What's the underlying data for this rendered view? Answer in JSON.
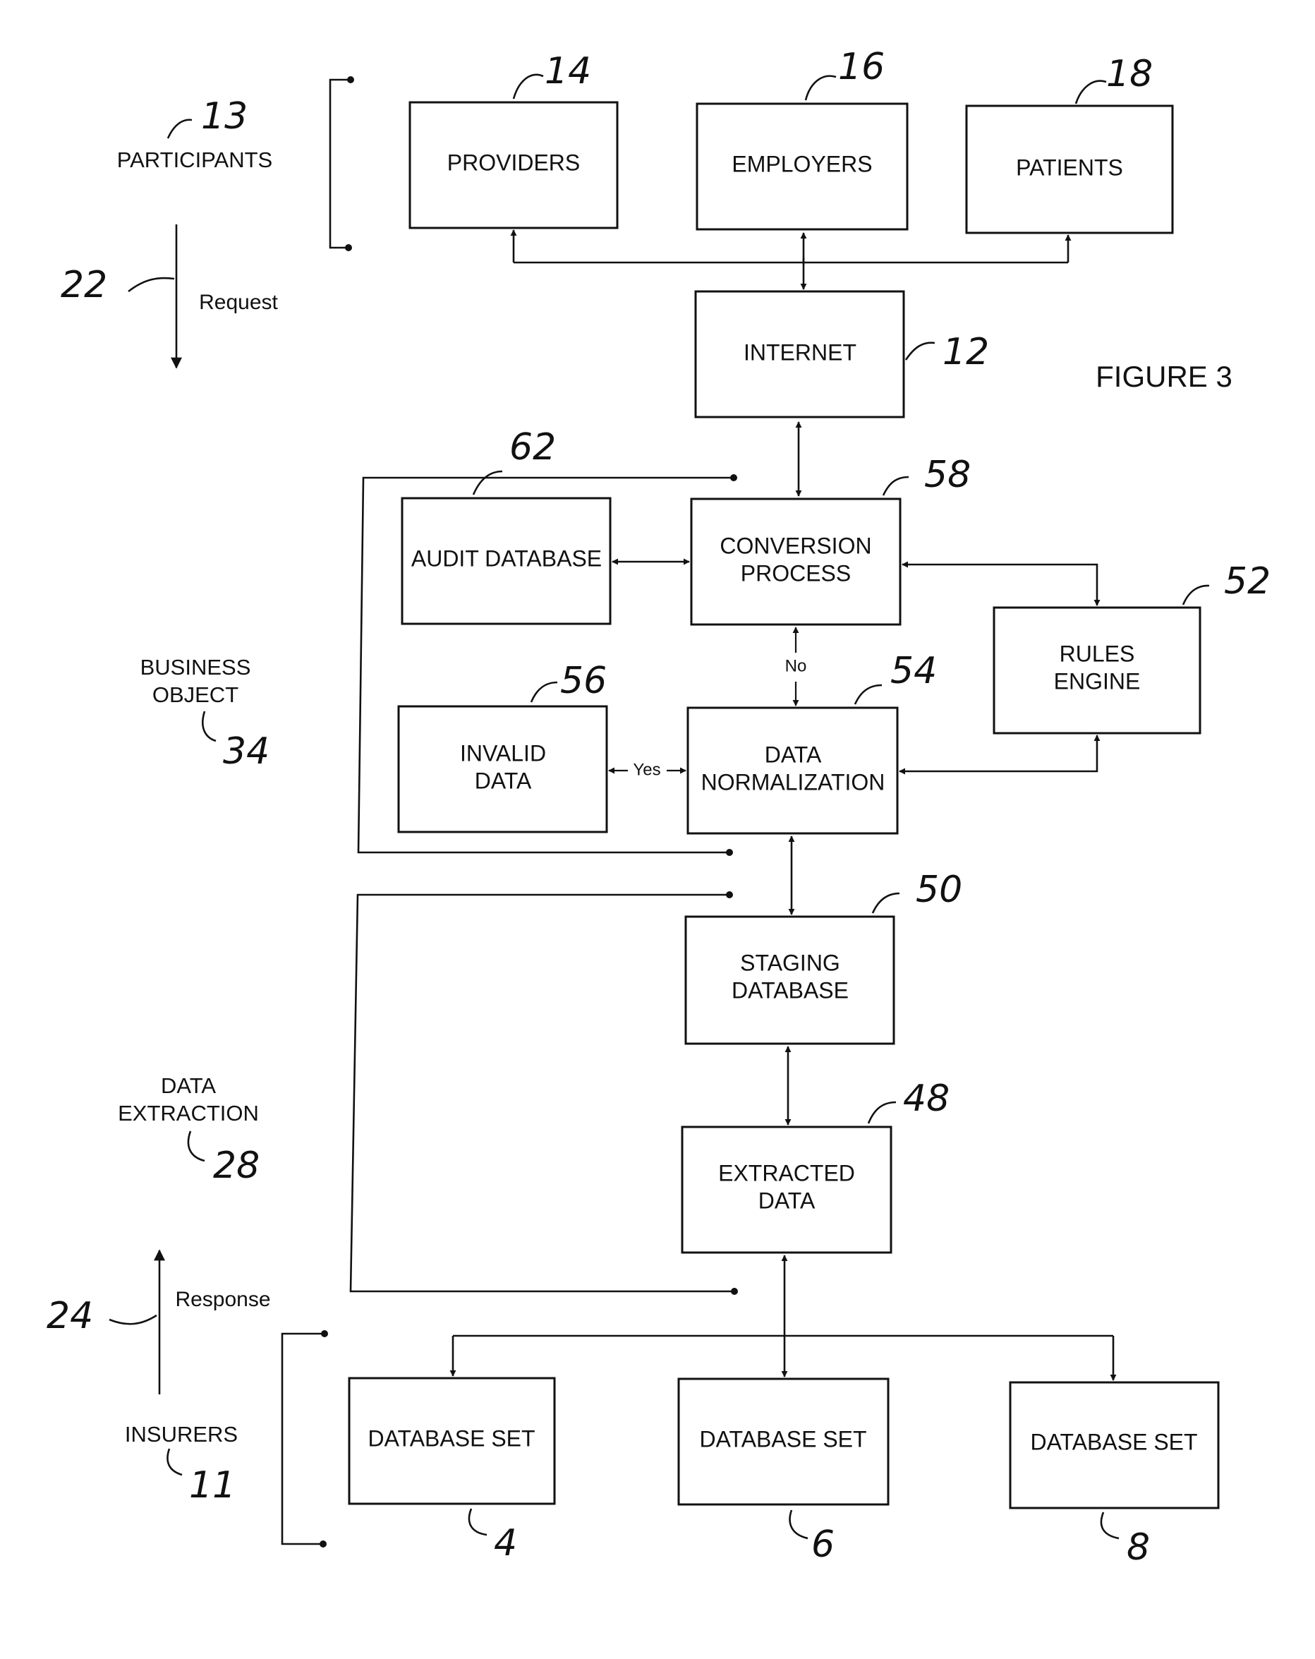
{
  "figure_title": "FIGURE 3",
  "boxes": {
    "providers": {
      "line1": "PROVIDERS",
      "line2": "",
      "ref": "14"
    },
    "employers": {
      "line1": "EMPLOYERS",
      "line2": "",
      "ref": "16"
    },
    "patients": {
      "line1": "PATIENTS",
      "line2": "",
      "ref": "18"
    },
    "internet": {
      "line1": "INTERNET",
      "line2": "",
      "ref": "12"
    },
    "audit_database": {
      "line1": "AUDIT DATABASE",
      "line2": "",
      "ref": "62"
    },
    "conversion_process": {
      "line1": "CONVERSION",
      "line2": "PROCESS",
      "ref": "58"
    },
    "rules_engine": {
      "line1": "RULES",
      "line2": "ENGINE",
      "ref": "52"
    },
    "invalid_data": {
      "line1": "INVALID",
      "line2": "DATA",
      "ref": "56"
    },
    "data_normalization": {
      "line1": "DATA",
      "line2": "NORMALIZATION",
      "ref": "54"
    },
    "staging_database": {
      "line1": "STAGING",
      "line2": "DATABASE",
      "ref": "50"
    },
    "extracted_data": {
      "line1": "EXTRACTED",
      "line2": "DATA",
      "ref": "48"
    },
    "database_set_1": {
      "line1": "DATABASE SET",
      "line2": "",
      "ref": "4"
    },
    "database_set_2": {
      "line1": "DATABASE SET",
      "line2": "",
      "ref": "6"
    },
    "database_set_3": {
      "line1": "DATABASE SET",
      "line2": "",
      "ref": "8"
    }
  },
  "edge_labels": {
    "no": "No",
    "yes": "Yes"
  },
  "side_labels": {
    "participants": {
      "line1": "PARTICIPANTS",
      "line2": "",
      "ref": "13"
    },
    "request": {
      "line1": "Request",
      "ref": "22"
    },
    "business_object": {
      "line1": "BUSINESS",
      "line2": "OBJECT",
      "ref": "34"
    },
    "data_extraction": {
      "line1": "DATA",
      "line2": "EXTRACTION",
      "ref": "28"
    },
    "response": {
      "line1": "Response",
      "ref": "24"
    },
    "insurers": {
      "line1": "INSURERS",
      "line2": "",
      "ref": "11"
    }
  }
}
